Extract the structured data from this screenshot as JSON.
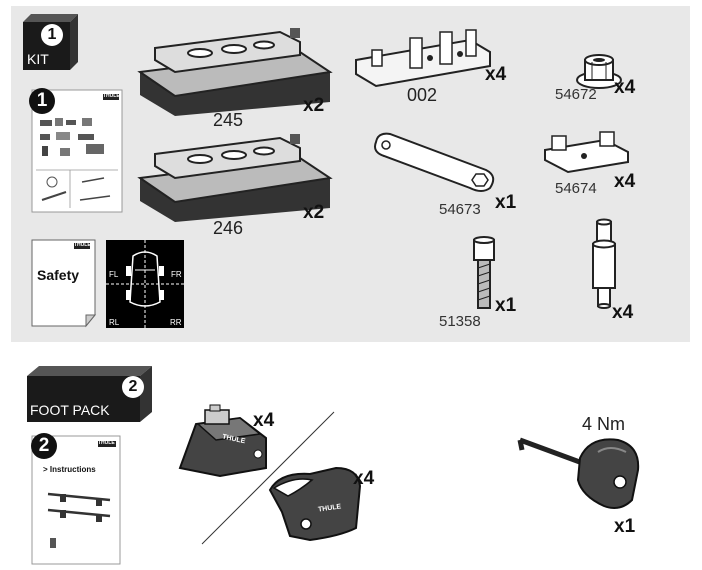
{
  "kit_section": {
    "step_number": "1",
    "box_label": "KIT",
    "booklet_step_number": "1",
    "booklet_brand": "THULE",
    "safety_label": "Safety",
    "safety_brand": "THULE",
    "wheel_labels": {
      "fl": "FL",
      "fr": "FR",
      "rl": "RL",
      "rr": "RR"
    },
    "parts": [
      {
        "id": "245",
        "qty": "x2"
      },
      {
        "id": "246",
        "qty": "x2"
      },
      {
        "id": "002",
        "qty": "x4"
      },
      {
        "id": "54672",
        "qty": "x4"
      },
      {
        "id": "54674",
        "qty": "x4"
      },
      {
        "id": "54673",
        "qty": "x1"
      },
      {
        "id": "51358",
        "qty": "x1"
      },
      {
        "id": "",
        "qty": "x4"
      }
    ]
  },
  "foot_pack_section": {
    "step_number": "2",
    "box_label": "FOOT PACK",
    "booklet_step_number": "2",
    "booklet_brand": "THULE",
    "booklet_title": "> Instructions",
    "foot_qty": "x4",
    "cover_qty": "x4",
    "foot_brand": "THULE",
    "cover_brand": "THULE",
    "tool_torque": "4 Nm",
    "tool_qty": "x1"
  }
}
